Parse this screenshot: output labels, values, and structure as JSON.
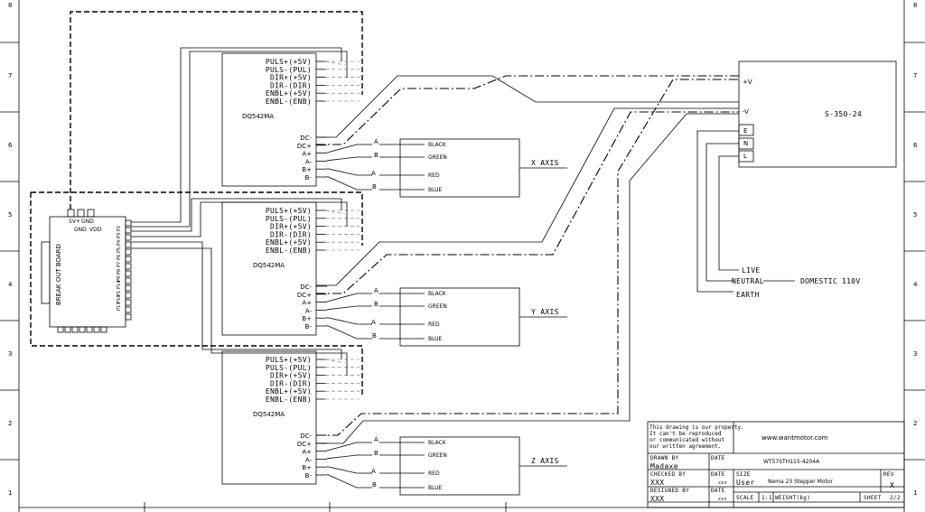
{
  "frame": {
    "left_numbers": [
      "8",
      "7",
      "6",
      "5",
      "4",
      "3",
      "2",
      "1"
    ],
    "right_numbers": [
      "8",
      "7",
      "6",
      "5",
      "4",
      "3",
      "2",
      "1"
    ]
  },
  "breakout": {
    "label": "BREAK OUT BOARD",
    "top_pins": [
      "5V+",
      "GND"
    ],
    "bottom_pins": [
      "GND",
      "VDD"
    ],
    "port_labels": [
      "P2",
      "P3",
      "P4",
      "P5",
      "P6",
      "P7",
      "P8",
      "P9",
      "P14",
      "P1",
      "P16",
      "P17"
    ]
  },
  "drivers": [
    {
      "name": "DQ542MA",
      "signals": [
        "PULS+(+5V)",
        "PULS-(PUL)",
        "DIR+(+5V)",
        "DIR-(DIR)",
        "ENBL+(+5V)",
        "ENBL-(ENB)"
      ],
      "power": [
        "DC-",
        "DC+",
        "A+",
        "A-",
        "B+",
        "B-"
      ]
    },
    {
      "name": "DQ542MA",
      "signals": [
        "PULS+(+5V)",
        "PULS-(PUL)",
        "DIR+(+5V)",
        "DIR-(DIR)",
        "ENBL+(+5V)",
        "ENBL-(ENB)"
      ],
      "power": [
        "DC-",
        "DC+",
        "A+",
        "A-",
        "B+",
        "B-"
      ]
    },
    {
      "name": "DQ542MA",
      "signals": [
        "PULS+(+5V)",
        "PULS-(PUL)",
        "DIR+(+5V)",
        "DIR-(DIR)",
        "ENBL+(+5V)",
        "ENBL-(ENB)"
      ],
      "power": [
        "DC-",
        "DC+",
        "A+",
        "A-",
        "B+",
        "B-"
      ]
    }
  ],
  "motors": [
    {
      "axis": "X AXIS",
      "phases": [
        "A",
        "B",
        "A",
        "B"
      ],
      "wires": [
        "BLACK",
        "GREEN",
        "RED",
        "BLUE"
      ]
    },
    {
      "axis": "Y AXIS",
      "phases": [
        "A",
        "B",
        "A",
        "B"
      ],
      "wires": [
        "BLACK",
        "GREEN",
        "RED",
        "BLUE"
      ]
    },
    {
      "axis": "Z AXIS",
      "phases": [
        "A",
        "B",
        "A",
        "B"
      ],
      "wires": [
        "BLACK",
        "GREEN",
        "RED",
        "BLUE"
      ]
    }
  ],
  "psu": {
    "name": "S-350-24",
    "terminals": [
      "+V",
      "-V",
      "E",
      "N",
      "L"
    ]
  },
  "mains": {
    "live": "LIVE",
    "neutral": "NEUTRAL",
    "earth": "EARTH",
    "label": "DOMESTIC 110V"
  },
  "title_block": {
    "notice": [
      "This drawing is our property.",
      "It can't be reproduced",
      "or communicated without",
      "our written agreement."
    ],
    "website": "www.wantmotor.com",
    "part_number": "WT57STH115-4204A",
    "title": "Nema 23 Stepper Motor",
    "drawn_by_label": "DRAWN BY",
    "drawn_by": "Madaxe",
    "checked_by_label": "CHECKED BY",
    "checked_by": "XXX",
    "designed_by_label": "DESIGNED BY",
    "designed_by": "XXX",
    "date_label": "DATE",
    "date_value": "xxx",
    "size_label": "SIZE",
    "size_value": "User",
    "rev_label": "REV",
    "rev_value": "X",
    "scale_label": "SCALE",
    "scale_value": "1:1",
    "weight_label": "WEIGHT(kg)",
    "sheet_label": "SHEET",
    "sheet_value": "2/2"
  }
}
